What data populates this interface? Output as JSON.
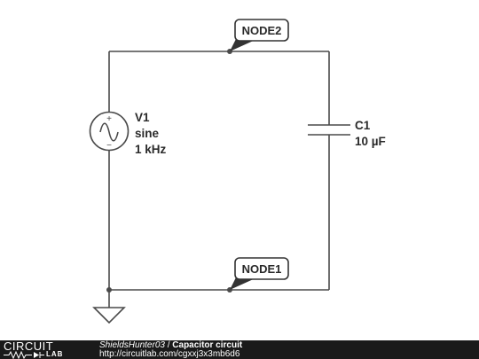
{
  "components": {
    "source": {
      "name": "V1",
      "type": "sine",
      "frequency": "1 kHz",
      "plus": "+",
      "minus": "−"
    },
    "capacitor": {
      "name": "C1",
      "value": "10 µF"
    }
  },
  "nodes": {
    "top": "NODE2",
    "bottom": "NODE1"
  },
  "footer": {
    "logo_top": "CIRCUIT",
    "logo_bottom": "LAB",
    "author": "ShieldsHunter03",
    "separator": " / ",
    "title": "Capacitor circuit",
    "url": "http://circuitlab.com/cgxxj3x3mb6d6"
  },
  "colors": {
    "wire": "#4a4a4a",
    "text": "#2a2a2a",
    "footer_bg": "#1a1a1a",
    "node_tag_shadow": "#333333"
  }
}
